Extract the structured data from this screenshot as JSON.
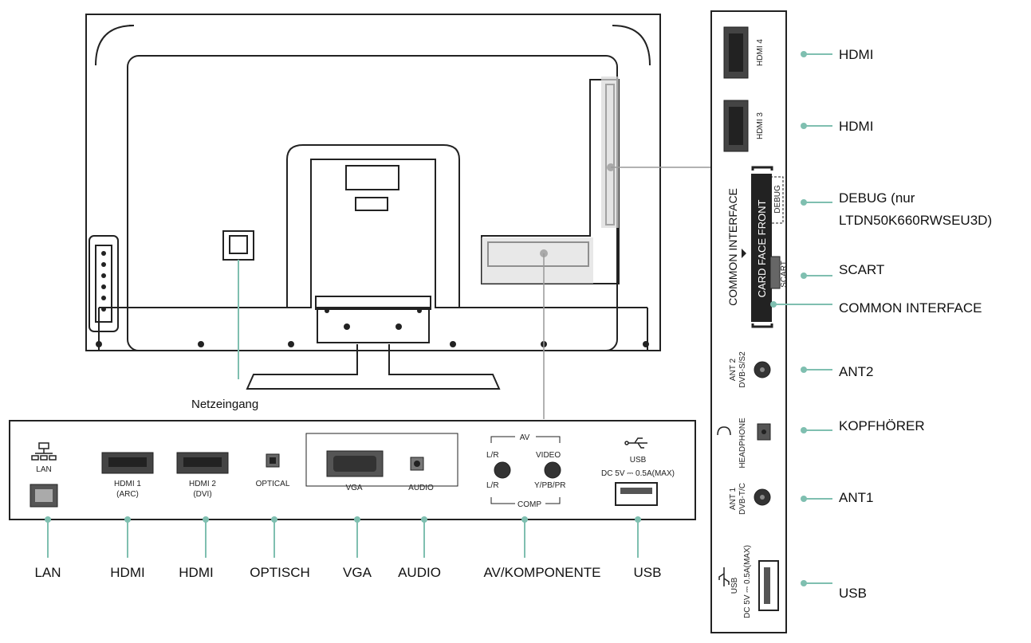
{
  "tv_back": {
    "power_label": "Netzeingang"
  },
  "bottom_panel": {
    "small_labels": {
      "lan": "LAN",
      "hdmi1": "HDMI 1",
      "hdmi1_sub": "(ARC)",
      "hdmi2": "HDMI 2",
      "hdmi2_sub": "(DVI)",
      "optical": "OPTICAL",
      "vga": "VGA",
      "audio": "AUDIO",
      "av": "AV",
      "lr": "L/R",
      "video": "VIDEO",
      "lr2": "L/R",
      "ypbpr": "Y/PB/PR",
      "comp": "COMP",
      "usb": "USB",
      "usb_power": "DC 5V ⎓ 0.5A(MAX)"
    },
    "callouts": [
      "LAN",
      "HDMI",
      "HDMI",
      "OPTISCH",
      "VGA",
      "AUDIO",
      "AV/KOMPONENTE",
      "USB"
    ]
  },
  "side_panel": {
    "small_labels": {
      "hdmi4": "HDMI 4",
      "hdmi3": "HDMI 3",
      "common_interface": "COMMON INTERFACE",
      "card_face_front": "CARD FACE FRONT",
      "debug": "DEBUG",
      "scart": "SCART",
      "ant2": "ANT 2",
      "ant2_sub": "DVB-S/S2",
      "headphone": "HEADPHONE",
      "ant1": "ANT 1",
      "ant1_sub": "DVB-T/C",
      "usb": "USB",
      "usb_power": "DC 5V ⎓ 0.5A(MAX)"
    },
    "callouts": {
      "hdmi4": "HDMI",
      "hdmi3": "HDMI",
      "debug_line1": "DEBUG (nur",
      "debug_line2": "LTDN50K660RWSEU3D)",
      "scart": "SCART",
      "common_interface": "COMMON INTERFACE",
      "ant2": "ANT2",
      "headphone": "KOPFHÖRER",
      "ant1": "ANT1",
      "usb": "USB"
    }
  },
  "colors": {
    "callout_line": "#7fbfb0",
    "outline": "#222222",
    "highlight": "#d9d9d9"
  }
}
